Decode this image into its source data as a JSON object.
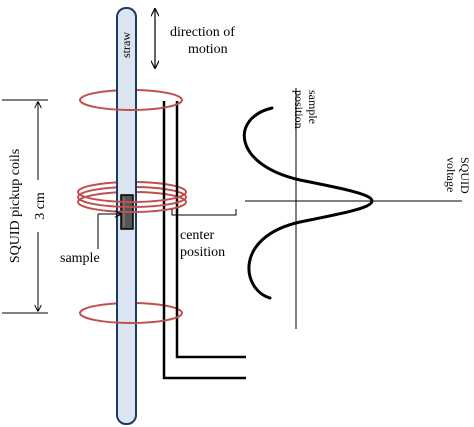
{
  "labels": {
    "straw": "straw",
    "direction_line1": "direction of",
    "direction_line2": "motion",
    "sample_position_line1": "sample",
    "sample_position_line2": "position",
    "squid_voltage_line1": "SQUID",
    "squid_voltage_line2": "voltage",
    "squid_pickup_coils": "SQUID pickup coils",
    "distance": "3 cm",
    "sample": "sample",
    "center_position_line1": "center",
    "center_position_line2": "position"
  },
  "colors": {
    "coil": "#c0504d",
    "straw_fill": "#dbe5f1",
    "straw_stroke": "#1f3a5f",
    "line": "#000000"
  }
}
